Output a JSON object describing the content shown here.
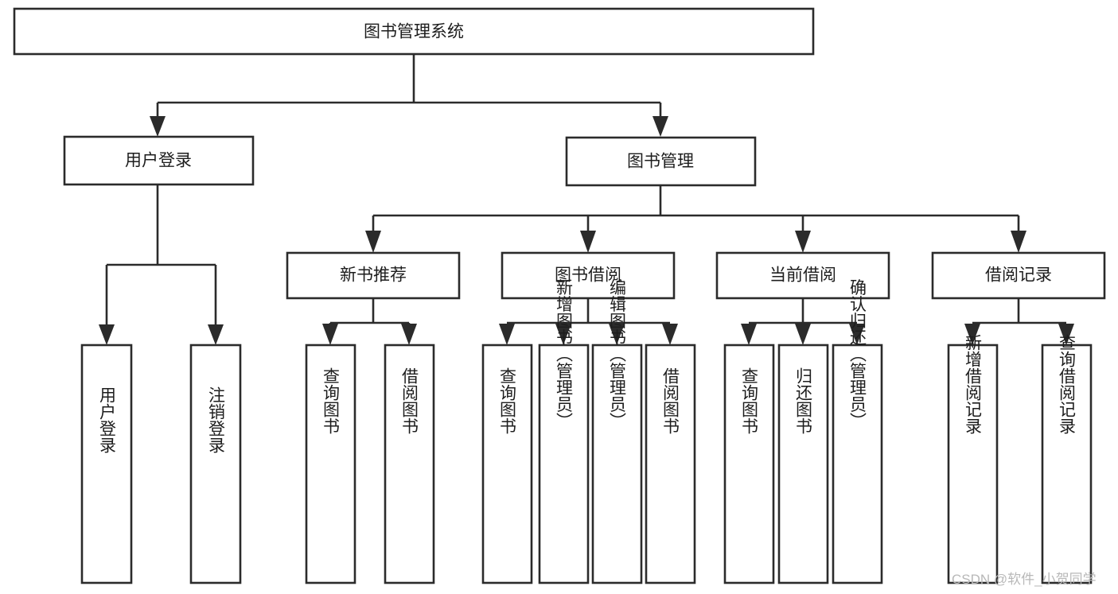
{
  "diagram": {
    "title": "图书管理系统",
    "type": "tree-hierarchy-chart",
    "root": {
      "id": "root",
      "label": "图书管理系统"
    },
    "level2": [
      {
        "id": "user-login",
        "label": "用户登录"
      },
      {
        "id": "book-manage",
        "label": "图书管理"
      }
    ],
    "level3": [
      {
        "id": "new-book-rec",
        "label": "新书推荐"
      },
      {
        "id": "book-borrow",
        "label": "图书借阅"
      },
      {
        "id": "current-borrow",
        "label": "当前借阅"
      },
      {
        "id": "borrow-record",
        "label": "借阅记录"
      }
    ],
    "leaves": {
      "user_login": [
        {
          "id": "leaf-user-login",
          "label": "用户登录"
        },
        {
          "id": "leaf-user-logout",
          "label": "注销登录"
        }
      ],
      "new_book_rec": [
        {
          "id": "leaf-query-book-1",
          "label": "查询图书"
        },
        {
          "id": "leaf-borrow-book-1",
          "label": "借阅图书"
        }
      ],
      "book_borrow": [
        {
          "id": "leaf-query-book-2",
          "label": "查询图书"
        },
        {
          "id": "leaf-add-book",
          "label": "新增图书（管理员）"
        },
        {
          "id": "leaf-edit-book",
          "label": "编辑图书（管理员）"
        },
        {
          "id": "leaf-borrow-book-2",
          "label": "借阅图书"
        }
      ],
      "current_borrow": [
        {
          "id": "leaf-query-book-3",
          "label": "查询图书"
        },
        {
          "id": "leaf-return-book",
          "label": "归还图书"
        },
        {
          "id": "leaf-confirm-return",
          "label": "确认归还（管理员）"
        }
      ],
      "borrow_record": [
        {
          "id": "leaf-add-record",
          "label": "新增借阅记录"
        },
        {
          "id": "leaf-query-record",
          "label": "查询借阅记录"
        }
      ]
    }
  },
  "watermark": {
    "text": "CSDN @软件_小贺同学"
  },
  "colors": {
    "stroke": "#2b2b2b",
    "box_fill": "#ffffff",
    "text": "#1d1d1d",
    "background": "#ffffff",
    "watermark": "#b8b8b8"
  }
}
